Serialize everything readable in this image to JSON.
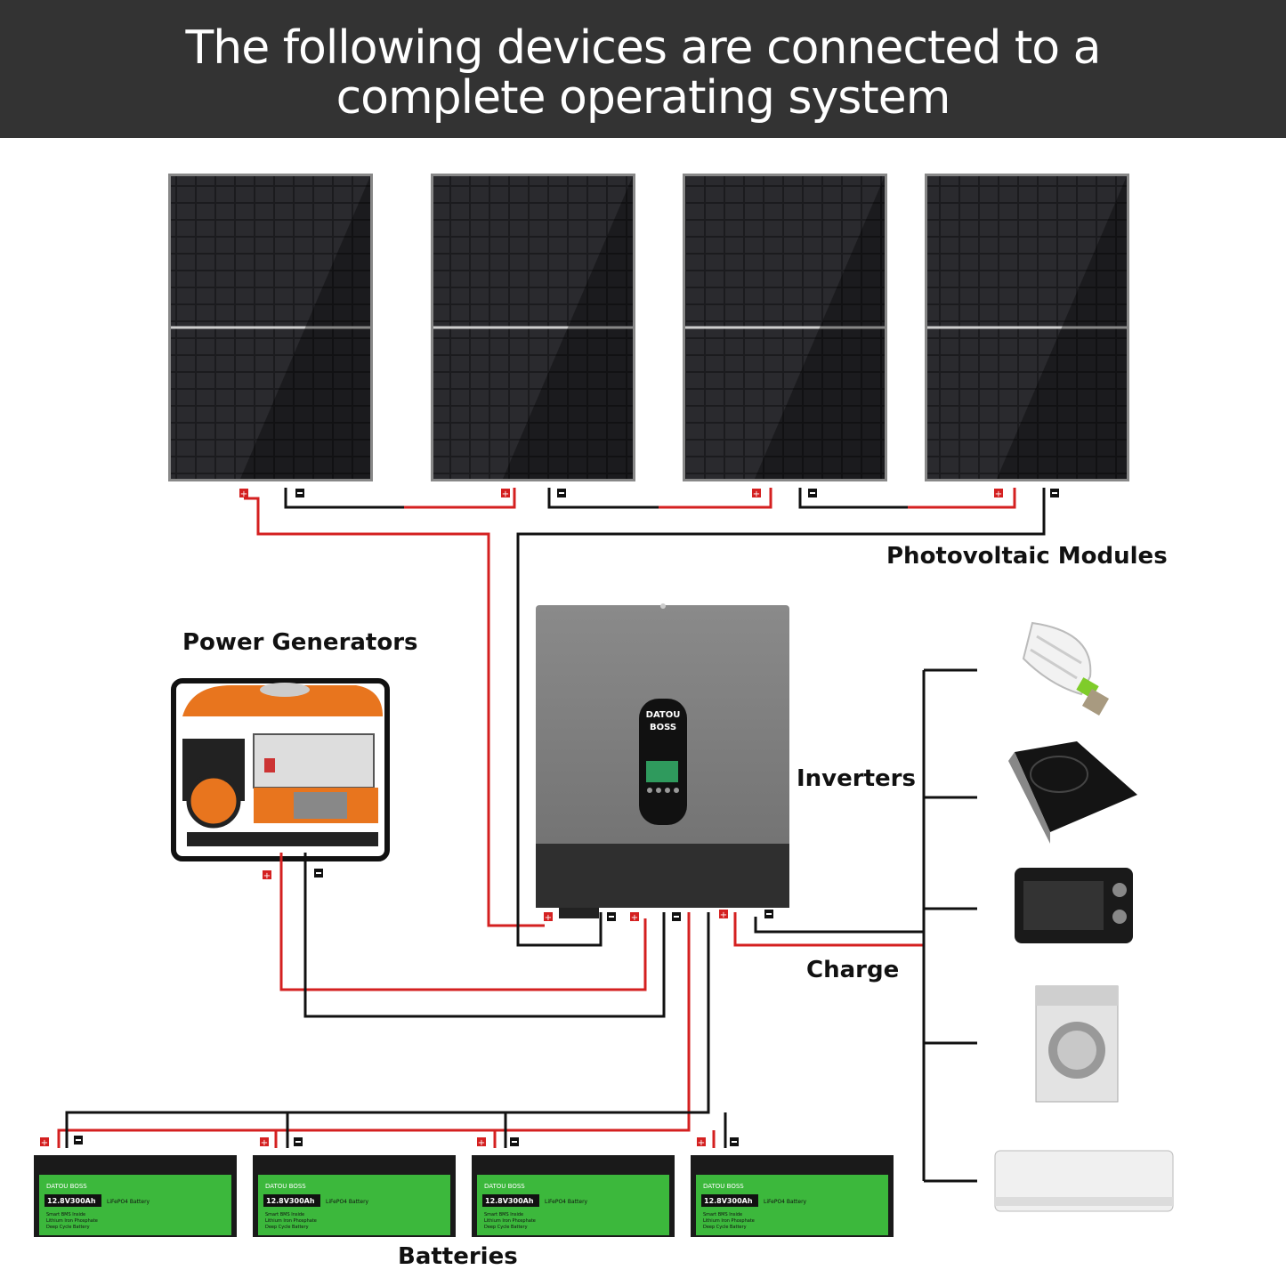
{
  "header": {
    "line1": "The following devices are connected to a",
    "line2": "complete operating system"
  },
  "labels": {
    "photovoltaic": "Photovoltaic Modules",
    "generators": "Power Generators",
    "inverters": "Inverters",
    "charge": "Charge",
    "batteries": "Batteries"
  },
  "inverter": {
    "brand_line1": "DATOU",
    "brand_line2": "BOSS"
  },
  "battery": {
    "brand": "DATOU BOSS",
    "model": "12.8V300Ah",
    "chemistry": "LiFePO4 Battery",
    "spec1": "Smart BMS Inside",
    "spec2": "Lithium Iron Phosphate",
    "spec3": "Deep Cycle Battery"
  },
  "colors": {
    "header_bg": "#333333",
    "positive_wire": "#d42020",
    "negative_wire": "#111111",
    "battery_green": "#3cb83c",
    "generator_orange": "#e8751e"
  },
  "appliances": [
    "light-bulb",
    "induction-cooker",
    "toaster-oven",
    "washing-machine",
    "air-conditioner"
  ]
}
